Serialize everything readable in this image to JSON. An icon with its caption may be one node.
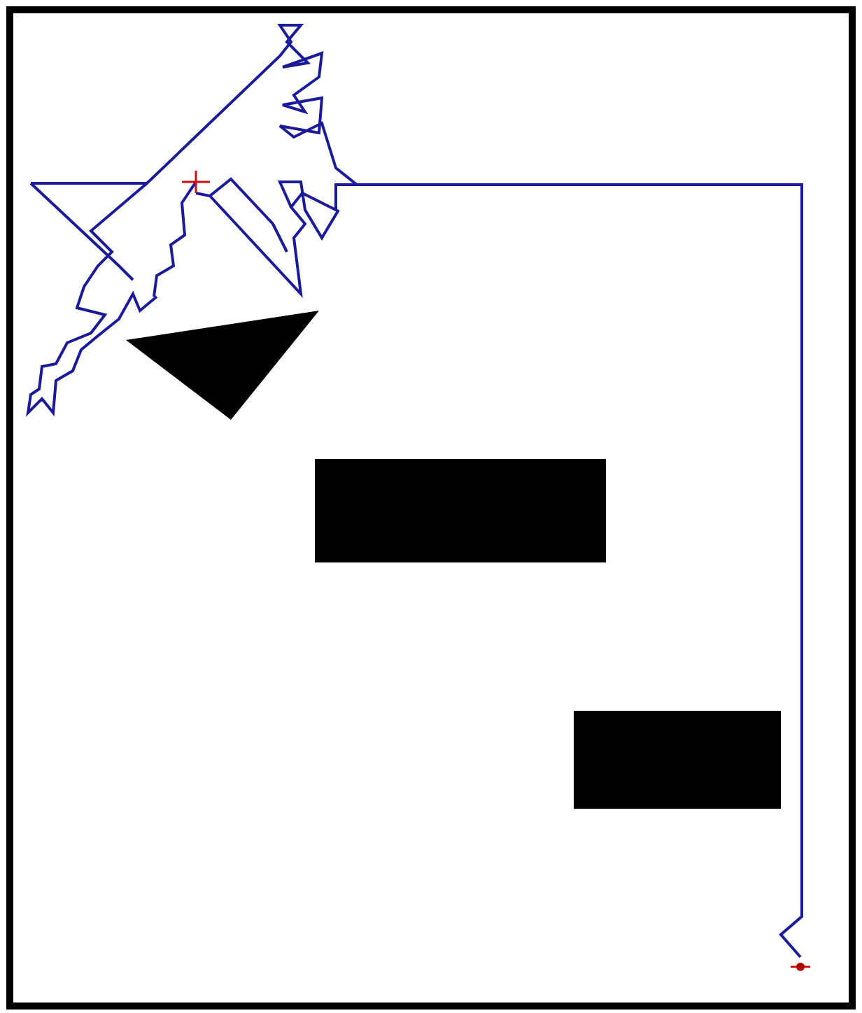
{
  "diagram": {
    "nodes": [
      {
        "text": [],
        "shape": "cross"
      },
      {
        "text": [],
        "shape": "triangle"
      },
      {
        "text": [],
        "shape": "box"
      },
      {
        "text": [],
        "shape": "box"
      },
      {
        "text": [],
        "shape": "circle"
      }
    ],
    "edges": [
      {
        "from": 0,
        "to": 4,
        "arrow": "none"
      }
    ]
  }
}
